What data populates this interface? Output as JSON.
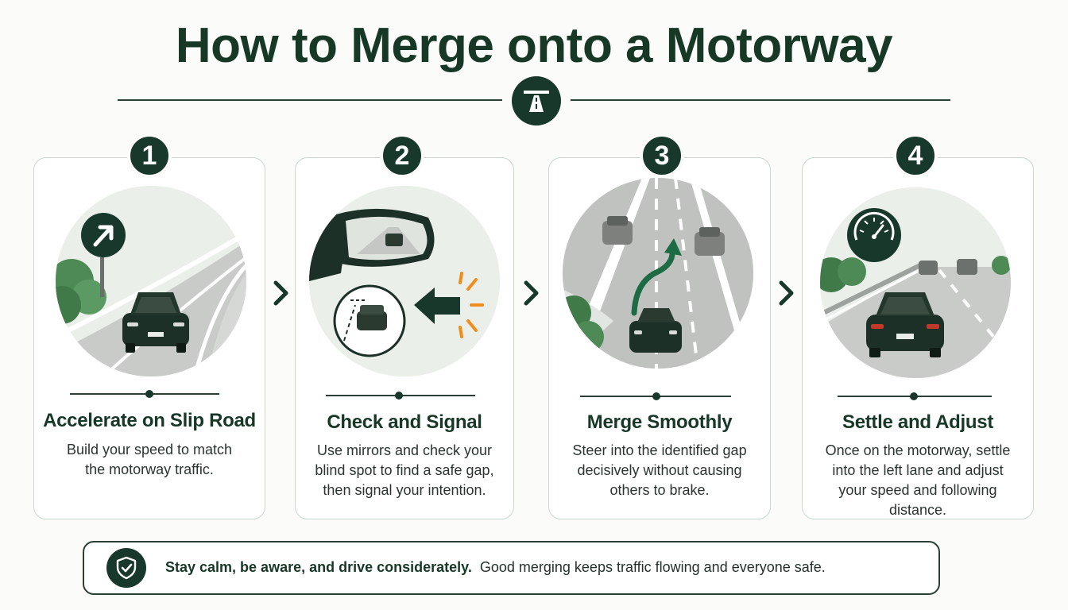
{
  "title": "How to Merge onto a Motorway",
  "steps": [
    {
      "number": "1",
      "title": "Accelerate on Slip Road",
      "desc_lines": [
        "Build your speed to match",
        "the motorway traffic."
      ]
    },
    {
      "number": "2",
      "title": "Check and Signal",
      "desc_lines": [
        "Use mirrors and check your",
        "blind spot to find a safe gap,",
        "then signal your intention."
      ]
    },
    {
      "number": "3",
      "title": "Merge Smoothly",
      "desc_lines": [
        "Steer into the identified gap",
        "decisively without causing",
        "others to brake."
      ]
    },
    {
      "number": "4",
      "title": "Settle and Adjust",
      "desc_lines": [
        "Once on the motorway, settle",
        "into the left lane and adjust",
        "your speed and following",
        "distance."
      ]
    }
  ],
  "tip": {
    "bold": "Stay calm, be aware, and drive considerately.",
    "text": "Good merging keeps traffic flowing and everyone safe."
  },
  "colors": {
    "primary": "#17382a",
    "accent_orange": "#f28c1b",
    "arrow_green": "#1c6b45",
    "brake_red": "#c0392b"
  },
  "icons": [
    "motorway-icon",
    "arrow-up-right-sign-icon",
    "side-mirror-icon",
    "signal-arrow-icon",
    "merge-arrow-icon",
    "speedometer-icon",
    "shield-check-icon",
    "chevron-right-icon"
  ]
}
